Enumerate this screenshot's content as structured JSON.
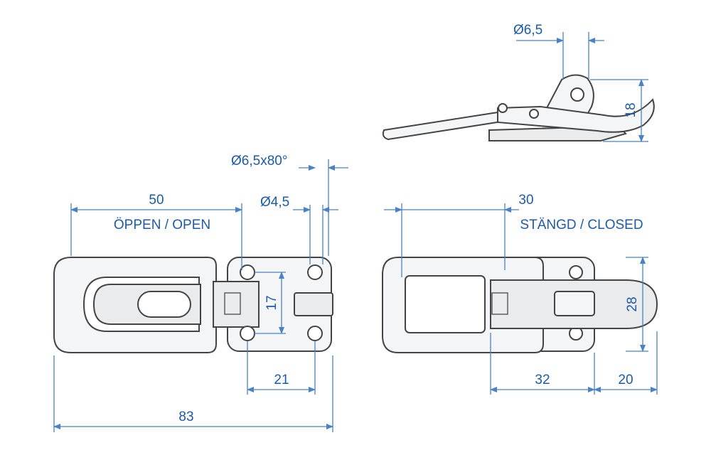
{
  "labels": {
    "open": "ÖPPEN / OPEN",
    "closed": "STÄNGD / CLOSED"
  },
  "dimensions": {
    "d_6_5_top": "Ø6,5",
    "h_18": "18",
    "countersink": "Ø6,5x80°",
    "hole_4_5": "Ø4,5",
    "open_50": "50",
    "closed_30": "30",
    "h_17": "17",
    "w_21": "21",
    "total_83": "83",
    "h_28": "28",
    "w_32": "32",
    "w_20": "20"
  },
  "colors": {
    "dimension": "#1e5aa8",
    "outline": "#444444"
  }
}
